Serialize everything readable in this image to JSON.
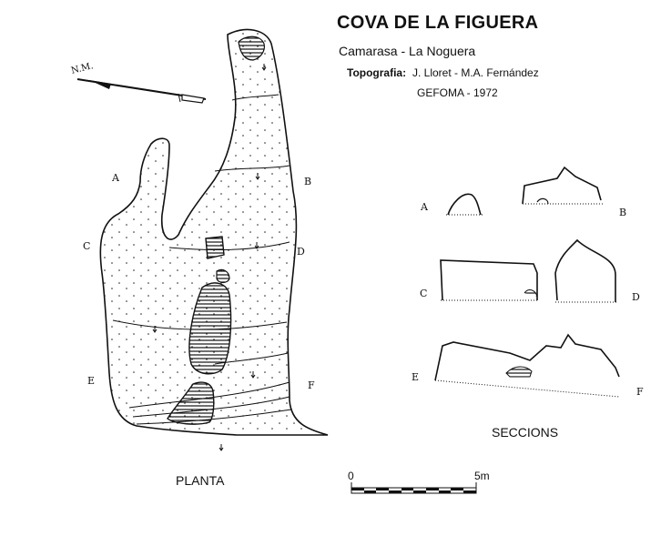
{
  "header": {
    "title": "COVA DE LA FIGUERA",
    "location": "Camarasa - La Noguera",
    "topography_label": "Topografia:",
    "topography_authors": "J. Lloret - M.A. Fernández",
    "credit": "GEFOMA  -  1972"
  },
  "north_arrow": {
    "label": "N.M."
  },
  "plan": {
    "label": "PLANTA",
    "section_letters": [
      "A",
      "B",
      "C",
      "D",
      "E",
      "F"
    ]
  },
  "sections": {
    "label": "SECCIONS",
    "pairs": [
      {
        "left": "A",
        "right": "B"
      },
      {
        "left": "C",
        "right": "D"
      },
      {
        "left": "E",
        "right": "F"
      }
    ]
  },
  "scale_bar": {
    "start_label": "0",
    "end_label": "5m",
    "segments": 10
  }
}
